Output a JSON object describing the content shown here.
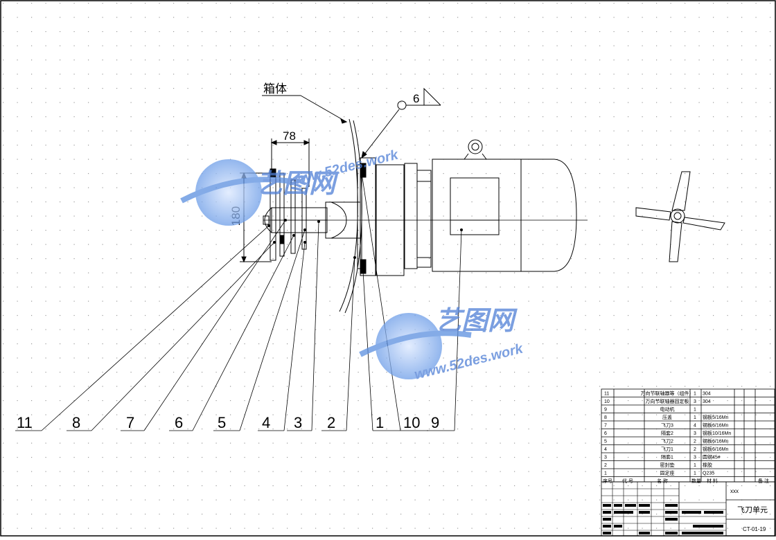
{
  "drawing": {
    "callout_housing": "箱体",
    "weld_size": "6",
    "dimension_width": "78",
    "dimension_height": "180",
    "balloons": [
      "11",
      "8",
      "7",
      "6",
      "5",
      "4",
      "3",
      "2",
      "1",
      "10",
      "9"
    ]
  },
  "watermark": {
    "brand": "艺图网",
    "url": "www.52des.work"
  },
  "bom": {
    "rows": [
      {
        "no": "11",
        "name": "万向节联轴器等（组件）",
        "qty": "1",
        "material": "304"
      },
      {
        "no": "10",
        "name": "万向节联轴器固定板",
        "qty": "3",
        "material": "304"
      },
      {
        "no": "9",
        "name": "电动机",
        "qty": "1",
        "material": ""
      },
      {
        "no": "8",
        "name": "压盖",
        "qty": "1",
        "material": "钢板5/16Mn"
      },
      {
        "no": "7",
        "name": "飞刀3",
        "qty": "4",
        "material": "钢板6/16Mn"
      },
      {
        "no": "6",
        "name": "隔套2",
        "qty": "3",
        "material": "钢板10/16Mn"
      },
      {
        "no": "5",
        "name": "飞刀2",
        "qty": "2",
        "material": "钢板6/16Mn"
      },
      {
        "no": "4",
        "name": "飞刀1",
        "qty": "2",
        "material": "钢板6/16Mn"
      },
      {
        "no": "3",
        "name": "隔套1",
        "qty": "3",
        "material": "圆钢45#"
      },
      {
        "no": "2",
        "name": "密封垫",
        "qty": "1",
        "material": "橡胶"
      },
      {
        "no": "1",
        "name": "固定座",
        "qty": "1",
        "material": "Q235"
      }
    ],
    "header": {
      "no": "序号",
      "code": "代  号",
      "name": "名    称",
      "qty": "数量",
      "material": "材    料",
      "note": "备  注"
    }
  },
  "title_block": {
    "xxx": "xxx",
    "title": "飞刀单元",
    "drawing_no": "CT-01-19"
  }
}
